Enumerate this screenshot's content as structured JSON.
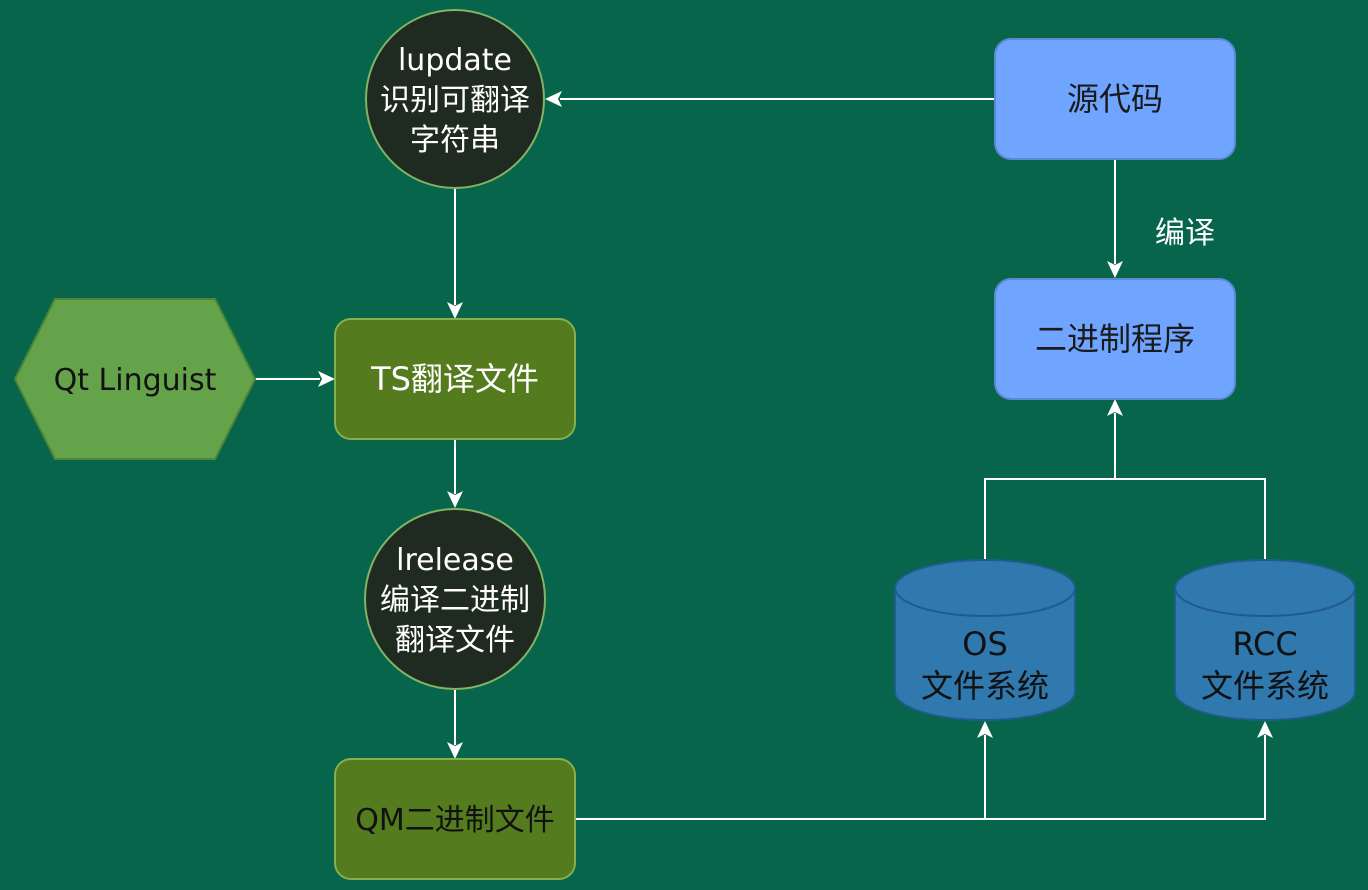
{
  "diagram": {
    "nodes": {
      "lupdate": {
        "lines": [
          "lupdate",
          "识别可翻译",
          "字符串"
        ]
      },
      "source": {
        "label": "源代码"
      },
      "binary": {
        "label": "二进制程序"
      },
      "qt_linguist": {
        "label": "Qt Linguist"
      },
      "ts_file": {
        "label": "TS翻译文件"
      },
      "lrelease": {
        "lines": [
          "lrelease",
          "编译二进制",
          "翻译文件"
        ]
      },
      "qm_file": {
        "label": "QM二进制文件"
      },
      "os_fs": {
        "lines": [
          "OS",
          "文件系统"
        ]
      },
      "rcc_fs": {
        "lines": [
          "RCC",
          "文件系统"
        ]
      }
    },
    "edges": {
      "compile_label": "编译"
    },
    "colors": {
      "background": "#06654b",
      "circle_fill": "#1f2a20",
      "blue_box": "#6fa5ff",
      "green_box": "#547b1e",
      "hexagon": "#65a34b",
      "cylinder": "#3079ae",
      "line": "#ffffff"
    }
  }
}
